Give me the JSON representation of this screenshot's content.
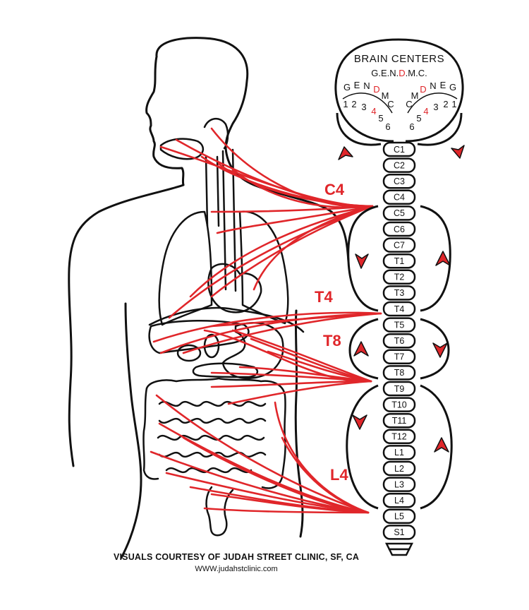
{
  "brain": {
    "title": "BRAIN CENTERS",
    "subtitle_parts": [
      "G.E.N.",
      "D",
      ".M.C."
    ],
    "left_letters": [
      "G",
      "E",
      "N",
      "D",
      "M",
      "C"
    ],
    "right_letters": [
      "C",
      "M",
      "D",
      "N",
      "E",
      "G"
    ],
    "left_numbers": [
      "1",
      "2",
      "3",
      "4",
      "5",
      "6"
    ],
    "right_numbers": [
      "6",
      "5",
      "4",
      "3",
      "2",
      "1"
    ]
  },
  "vertebrae": [
    "C1",
    "C2",
    "C3",
    "C4",
    "C5",
    "C6",
    "C7",
    "T1",
    "T2",
    "T3",
    "T4",
    "T5",
    "T6",
    "T7",
    "T8",
    "T9",
    "T10",
    "T11",
    "T12",
    "L1",
    "L2",
    "L3",
    "L4",
    "L5",
    "S1"
  ],
  "levels": [
    "C4",
    "T4",
    "T8",
    "L4"
  ],
  "credit": {
    "line1": "VISUALS COURTESY OF JUDAH STREET CLINIC, SF, CA",
    "line2": "WWW.judahstclinic.com"
  },
  "colors": {
    "accent": "#e0262a",
    "ink": "#111111"
  }
}
